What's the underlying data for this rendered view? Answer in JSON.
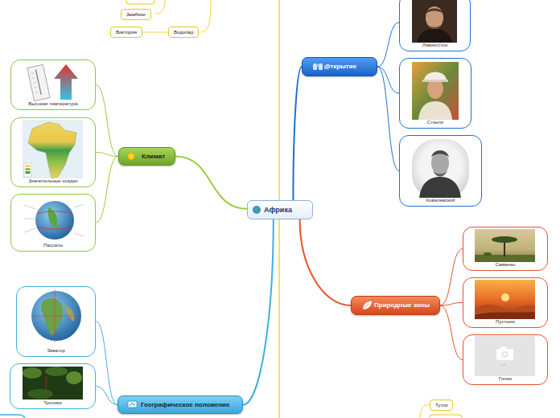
{
  "diagram": {
    "nodes": [
      {
        "text": [
          "Ливингстон"
        ]
      },
      {
        "text": [
          "Замбези"
        ]
      },
      {
        "text": [
          "Виктория"
        ]
      },
      {
        "text": [
          "Водопад"
        ]
      },
      {
        "text": [
          "Открытие"
        ]
      },
      {
        "text": [
          "Высокая температура"
        ]
      },
      {
        "text": [
          "Стэнли"
        ]
      },
      {
        "text": [
          "Значительные осадки"
        ]
      },
      {
        "text": [
          "Ковалевский"
        ]
      },
      {
        "text": [
          "Климат"
        ]
      },
      {
        "text": [
          "Пассаты"
        ]
      },
      {
        "text": [
          "Африка"
        ]
      },
      {
        "text": [
          "Саванны"
        ]
      },
      {
        "text": [
          "Экватор"
        ]
      },
      {
        "text": [
          "Пустыни"
        ]
      },
      {
        "text": [
          "Природные зоны"
        ]
      },
      {
        "text": [
          "Гилеи"
        ]
      },
      {
        "text": [
          "Тропики"
        ]
      },
      {
        "text": [
          "Географическое положение"
        ]
      },
      {
        "text": [
          "Тутси"
        ]
      }
    ],
    "edges": [
      {
        "from": 11,
        "to": 9,
        "arrow": "none"
      },
      {
        "from": 11,
        "to": 4,
        "arrow": "none"
      },
      {
        "from": 11,
        "to": 15,
        "arrow": "none"
      },
      {
        "from": 11,
        "to": 18,
        "arrow": "none"
      },
      {
        "from": 9,
        "to": 5,
        "arrow": "none"
      },
      {
        "from": 9,
        "to": 7,
        "arrow": "none"
      },
      {
        "from": 9,
        "to": 10,
        "arrow": "none"
      },
      {
        "from": 4,
        "to": 0,
        "arrow": "none"
      },
      {
        "from": 4,
        "to": 6,
        "arrow": "none"
      },
      {
        "from": 4,
        "to": 8,
        "arrow": "none"
      },
      {
        "from": 15,
        "to": 12,
        "arrow": "none"
      },
      {
        "from": 15,
        "to": 14,
        "arrow": "none"
      },
      {
        "from": 15,
        "to": 16,
        "arrow": "none"
      },
      {
        "from": 18,
        "to": 13,
        "arrow": "none"
      },
      {
        "from": 18,
        "to": 17,
        "arrow": "none"
      },
      {
        "from": 3,
        "to": 2,
        "arrow": "none"
      }
    ]
  }
}
